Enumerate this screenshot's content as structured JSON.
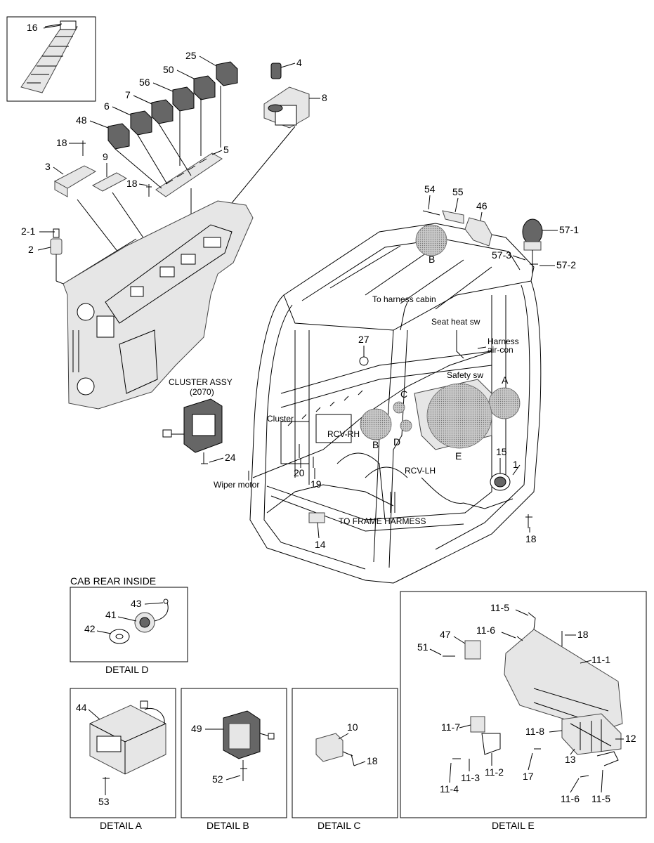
{
  "callouts": {
    "c16": "16",
    "c25": "25",
    "c4": "4",
    "c50": "50",
    "c56": "56",
    "c8": "8",
    "c7": "7",
    "c6": "6",
    "c48": "48",
    "c18a": "18",
    "c5": "5",
    "c9": "9",
    "c3": "3",
    "c18b": "18",
    "c21": "2-1",
    "c2": "2",
    "c54": "54",
    "c55": "55",
    "c46": "46",
    "c571": "57-1",
    "c573": "57-3",
    "c572": "57-2",
    "cB1": "B",
    "c27": "27",
    "cA1": "A",
    "cC": "C",
    "cD": "D",
    "cB2": "B",
    "cE": "E",
    "c15": "15",
    "c1": "1",
    "c24": "24",
    "c20": "20",
    "c19": "19",
    "c14": "14",
    "c18c": "18",
    "c43": "43",
    "c41": "41",
    "c42": "42",
    "c44": "44",
    "c53": "53",
    "c49": "49",
    "c52": "52",
    "c10": "10",
    "c18d": "18",
    "c115a": "11-5",
    "c116a": "11-6",
    "c47": "47",
    "c51": "51",
    "c18e": "18",
    "c111": "11-1",
    "c117": "11-7",
    "c118": "11-8",
    "c12": "12",
    "c13": "13",
    "c17": "17",
    "c113": "11-3",
    "c112": "11-2",
    "c114": "11-4",
    "c116b": "11-6",
    "c115b": "11-5"
  },
  "labels": {
    "to_harness_cabin": "To harness cabin",
    "seat_heat_sw": "Seat heat sw",
    "harness_aircon_1": "Harness",
    "harness_aircon_2": "air-con",
    "safety_sw": "Safety sw",
    "cluster": "Cluster",
    "rcv_rh": "RCV-RH",
    "rcv_lh": "RCV-LH",
    "wiper_motor": "Wiper motor",
    "to_frame_harness": "TO FRAME HARMESS",
    "cluster_assy_1": "CLUSTER ASSY",
    "cluster_assy_2": "(2070)"
  },
  "details": {
    "cab_rear_inside": "CAB REAR INSIDE",
    "detail_d": "DETAIL D",
    "detail_a": "DETAIL A",
    "detail_b": "DETAIL B",
    "detail_c": "DETAIL C",
    "detail_e": "DETAIL E"
  }
}
